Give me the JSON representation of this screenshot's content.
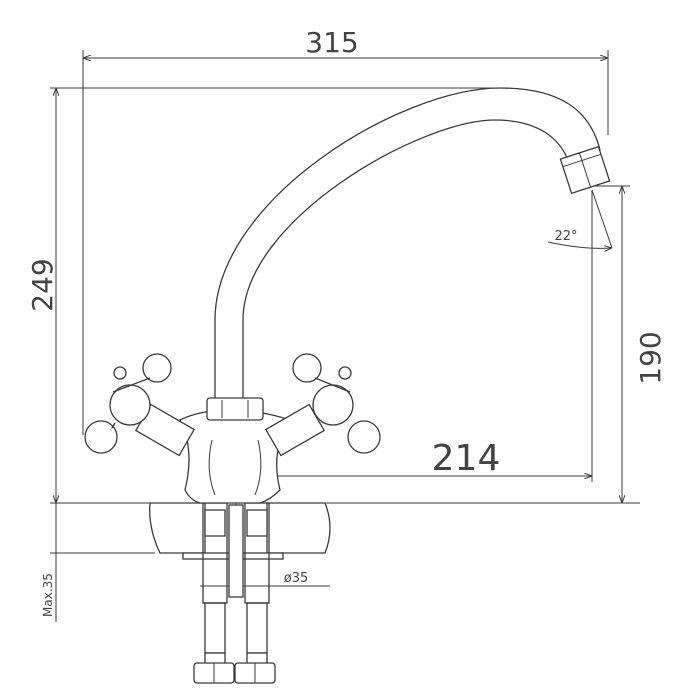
{
  "drawing": {
    "title": "Faucet dimension drawing",
    "dimensions": {
      "overall_width": "315",
      "overall_height": "249",
      "spout_height": "190",
      "spout_reach": "214",
      "spout_angle": "22°",
      "max_counter_thickness": "Max.35",
      "hole_diameter": "ø35"
    }
  }
}
